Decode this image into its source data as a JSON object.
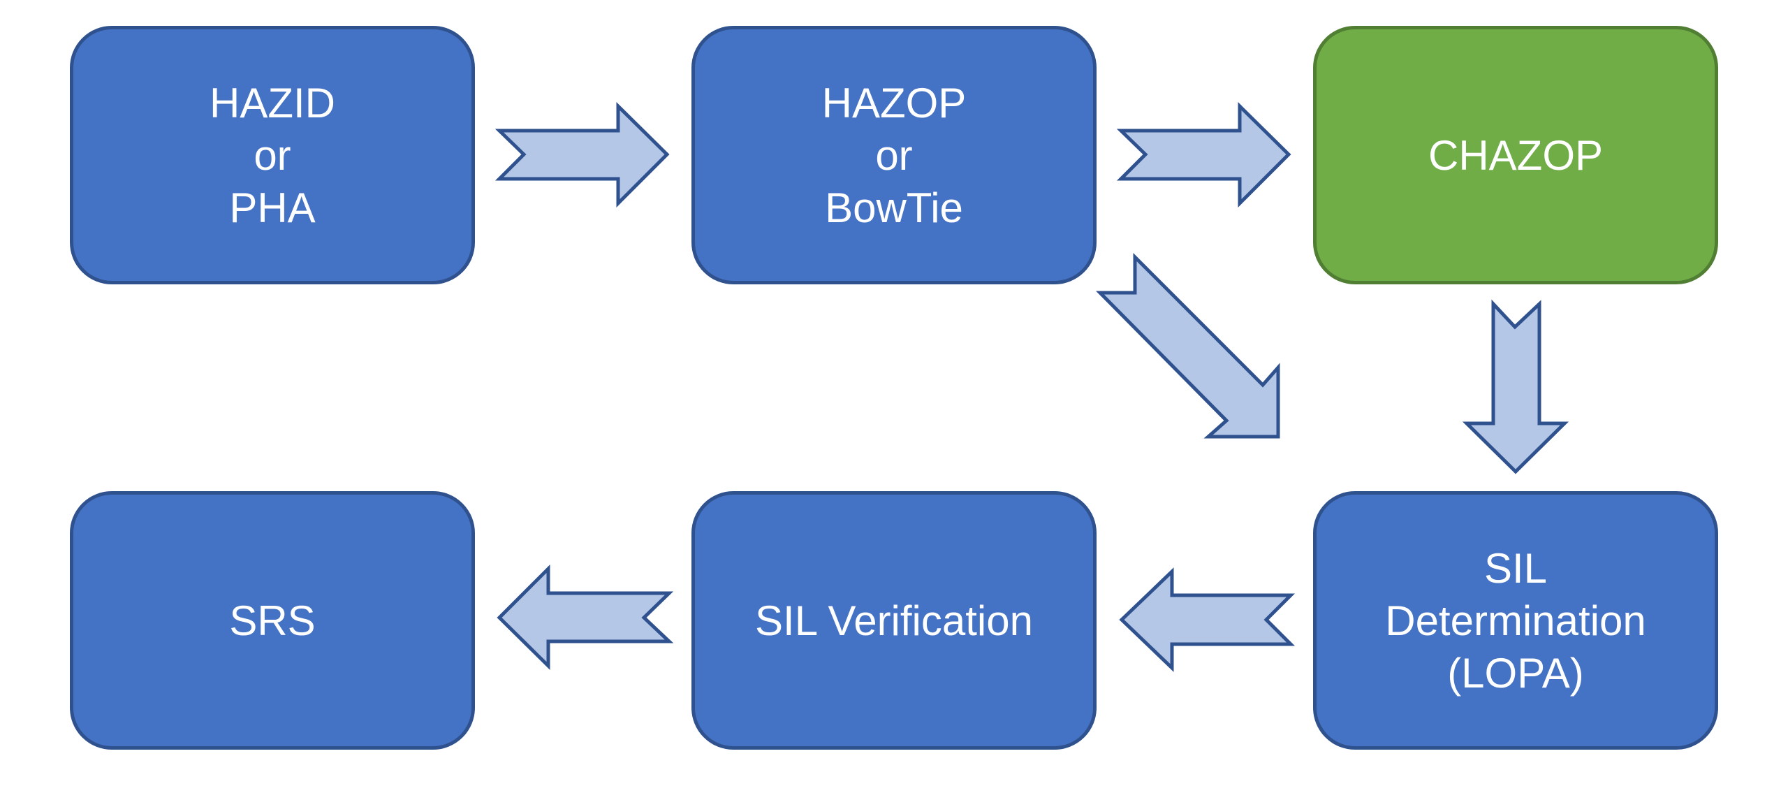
{
  "diagram": {
    "nodes": {
      "hazid": {
        "lines": [
          "HAZID",
          "or",
          "PHA"
        ]
      },
      "hazop": {
        "lines": [
          "HAZOP",
          "or",
          "BowTie"
        ]
      },
      "chazop": {
        "lines": [
          "CHAZOP"
        ]
      },
      "sil_determination": {
        "lines": [
          "SIL",
          "Determination",
          "(LOPA)"
        ]
      },
      "sil_verification": {
        "lines": [
          "SIL Verification"
        ]
      },
      "srs": {
        "lines": [
          "SRS"
        ]
      }
    },
    "edges": [
      {
        "from": "hazid",
        "to": "hazop"
      },
      {
        "from": "hazop",
        "to": "chazop"
      },
      {
        "from": "hazop",
        "to": "sil_determination"
      },
      {
        "from": "chazop",
        "to": "sil_determination"
      },
      {
        "from": "sil_determination",
        "to": "sil_verification"
      },
      {
        "from": "sil_verification",
        "to": "srs"
      }
    ],
    "colors": {
      "box_fill": "#4472c4",
      "box_border": "#2f528f",
      "highlight_fill": "#70ad47",
      "highlight_border": "#507e32",
      "arrow_fill": "#b4c7e7",
      "arrow_border": "#2f528f",
      "text": "#ffffff"
    }
  }
}
